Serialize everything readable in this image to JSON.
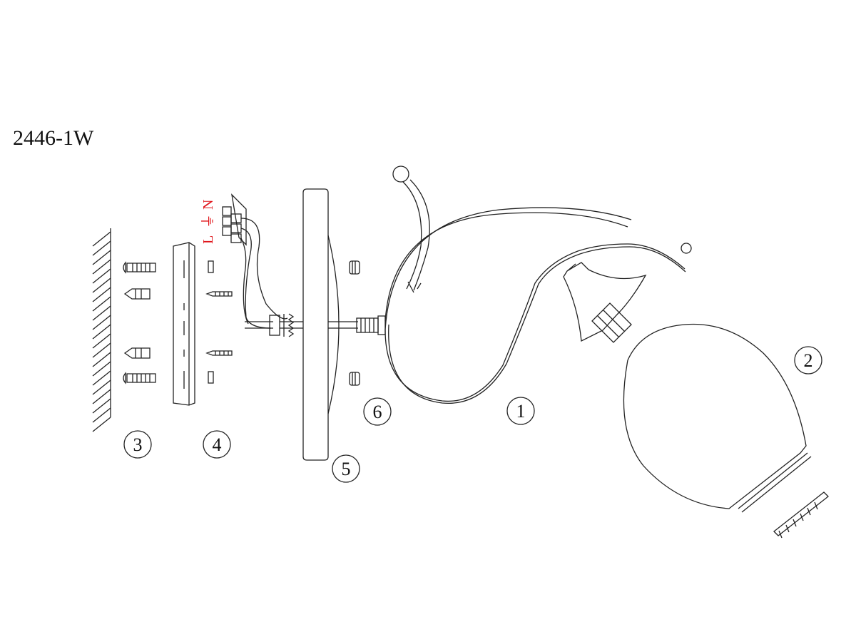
{
  "title": "2446-1W",
  "wiring_label": {
    "live": "L",
    "earth": "⏚",
    "neutral": "N",
    "color": "#e0141a"
  },
  "part_labels": [
    "1",
    "2",
    "3",
    "4",
    "5",
    "6"
  ]
}
